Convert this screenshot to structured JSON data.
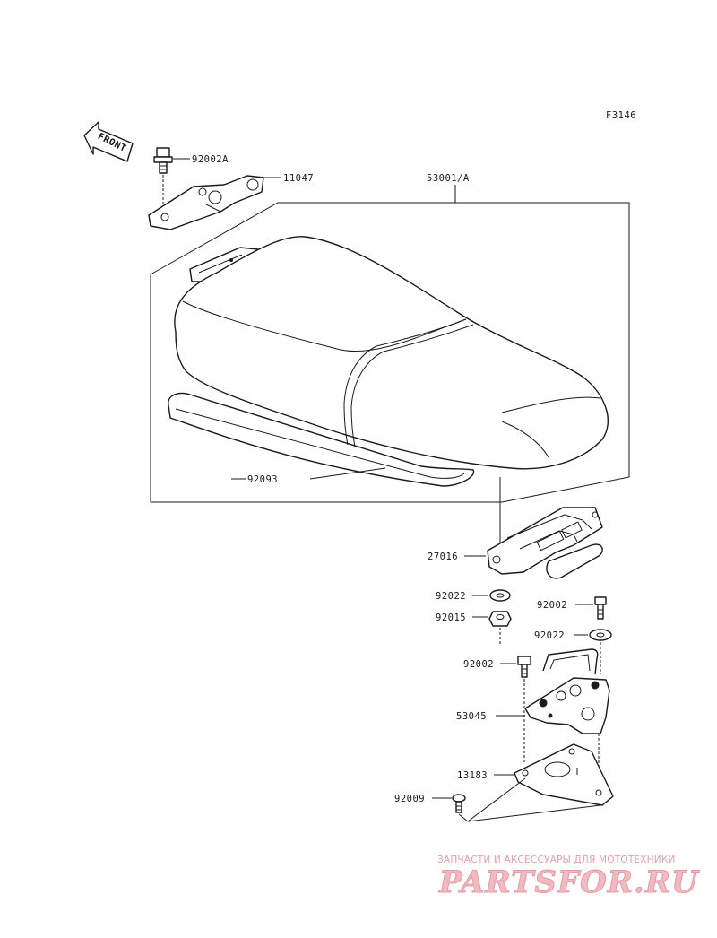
{
  "diagram": {
    "code": "F3146",
    "front_label": "FRONT",
    "parts": [
      {
        "id": "92002A"
      },
      {
        "id": "11047"
      },
      {
        "id": "53001/A"
      },
      {
        "id": "92093"
      },
      {
        "id": "27016"
      },
      {
        "id": "92022"
      },
      {
        "id": "92015"
      },
      {
        "id": "92002"
      },
      {
        "id": "92022"
      },
      {
        "id": "92002"
      },
      {
        "id": "53045"
      },
      {
        "id": "13183"
      },
      {
        "id": "92009"
      }
    ]
  },
  "watermark": {
    "caption": "ЗАПЧАСТИ И АКСЕССУАРЫ ДЛЯ МОТОТЕХНИКИ",
    "brand": "PARTSFOR.RU"
  },
  "colors": {
    "line": "#1a1a1a",
    "watermark": "#f1b9c0"
  }
}
